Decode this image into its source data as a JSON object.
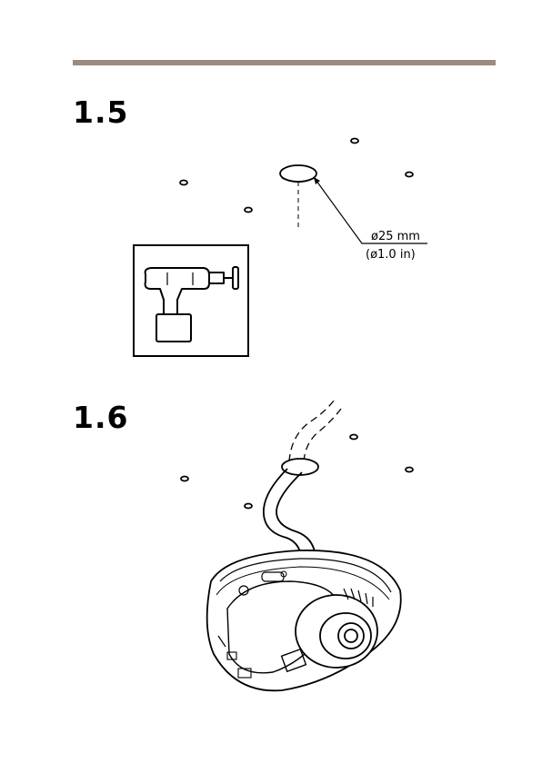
{
  "page": {
    "rule_color": "#9a8a80"
  },
  "step_1_5": {
    "number": "1.5",
    "diameter_mm": "ø25 mm",
    "diameter_in": "(ø1.0 in)",
    "tool_icon": "drill-icon"
  },
  "step_1_6": {
    "number": "1.6",
    "illustration": "camera-base-icon"
  }
}
